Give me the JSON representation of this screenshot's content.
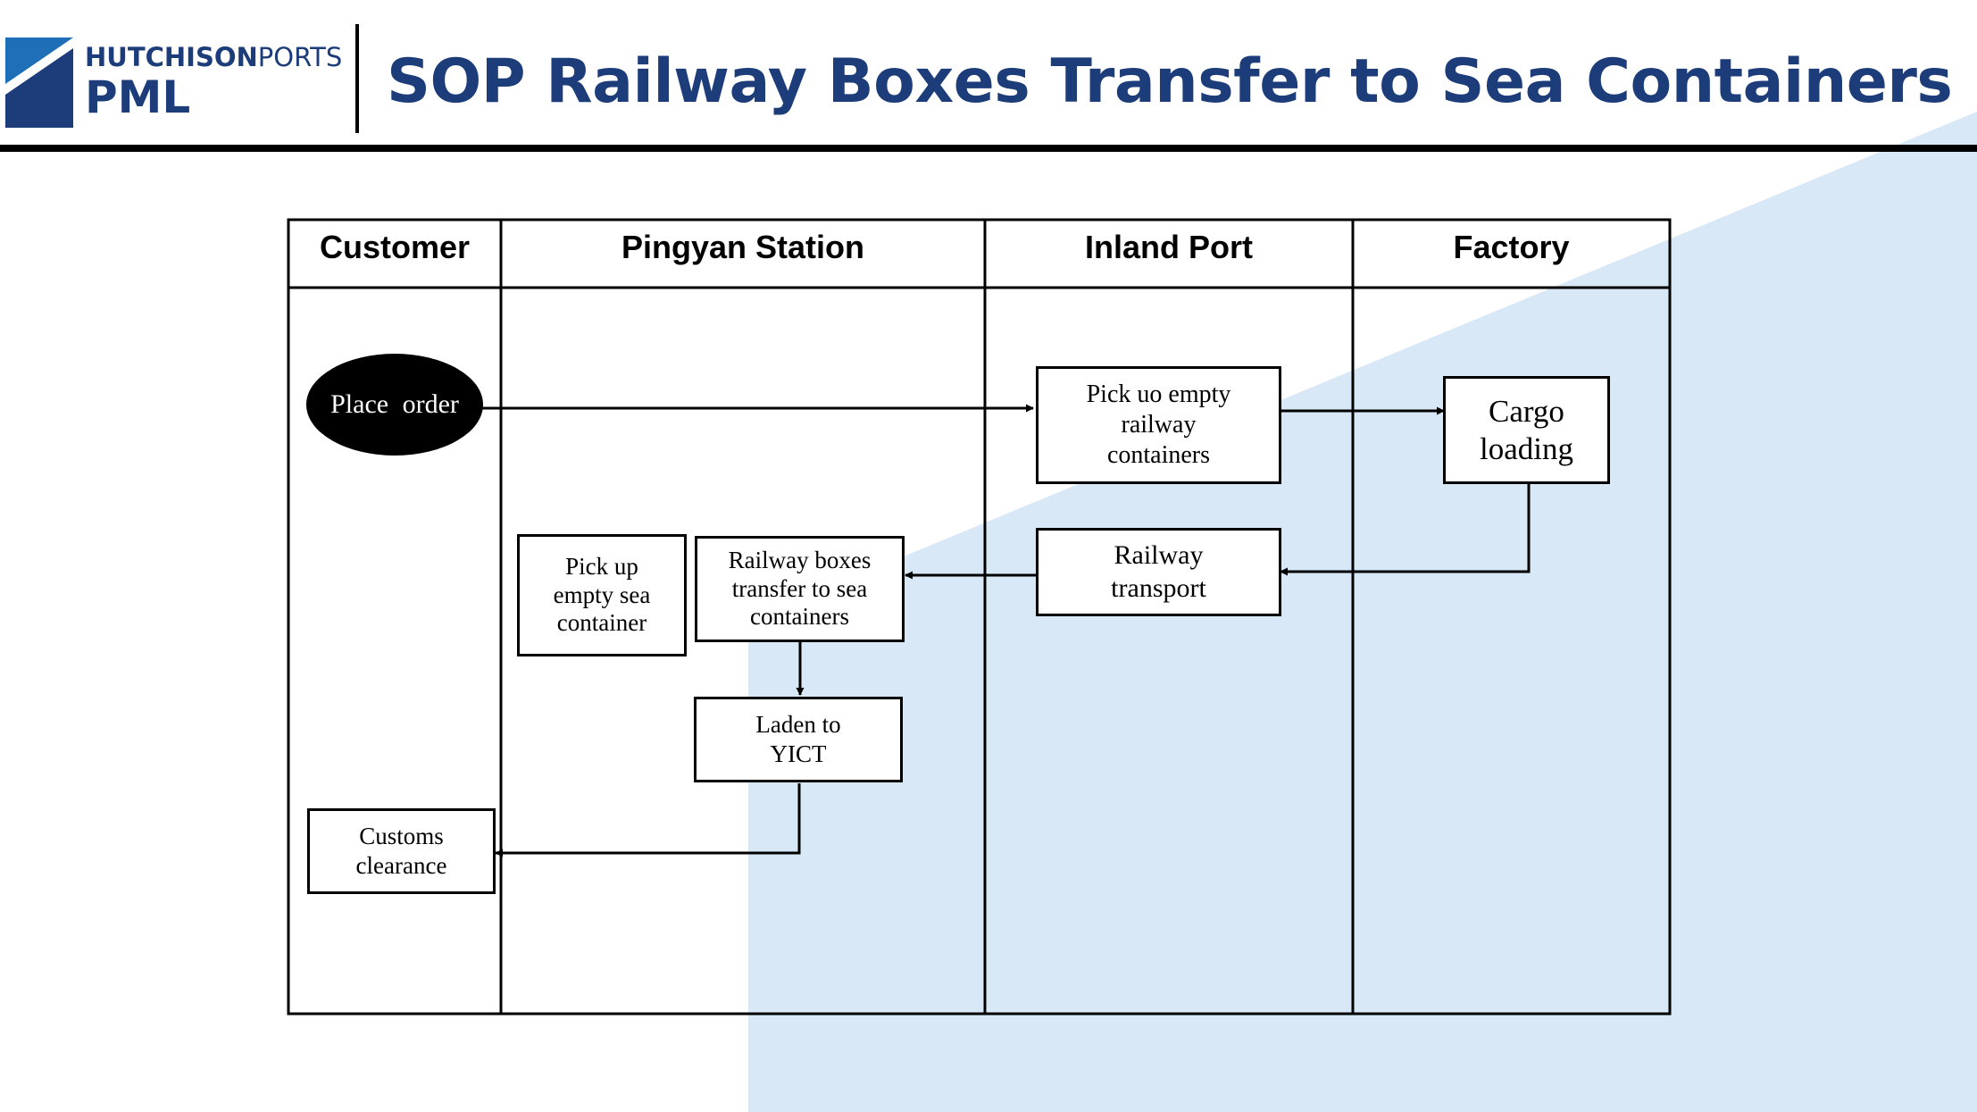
{
  "brand": {
    "line1_bold": "HUTCHISON",
    "line1_thin": "PORTS",
    "line2": "PML",
    "colors": {
      "navy": "#1c3d7a",
      "blue": "#1f6fb8",
      "light_blue": "#d8e8f7"
    }
  },
  "title": "SOP Railway Boxes Transfer to Sea Containers",
  "lanes": [
    {
      "label": "Customer"
    },
    {
      "label": "Pingyan Station"
    },
    {
      "label": "Inland Port"
    },
    {
      "label": "Factory"
    }
  ],
  "nodes": {
    "place_order": "Place  order",
    "pick_up_railway": "Pick uo empty\nrailway\ncontainers",
    "cargo_loading": "Cargo\nloading",
    "railway_transport": "Railway\ntransport",
    "transfer": "Railway boxes\ntransfer to sea\ncontainers",
    "pick_up_sea": "Pick up\nempty sea\ncontainer",
    "laden": "Laden to\nYICT",
    "customs": "Customs\nclearance"
  }
}
